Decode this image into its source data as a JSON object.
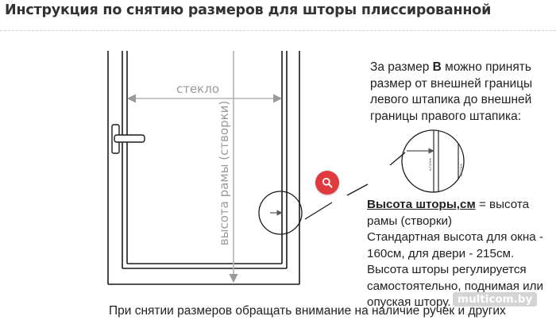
{
  "page": {
    "title": "Инструкция по снятию размеров для шторы плиссированной"
  },
  "drawing": {
    "glass_label": "стекло",
    "frame_height_label": "высота рамы (створки)",
    "detail_mark": "штапик"
  },
  "width_note": {
    "text_before": "За размер ",
    "letter": "В",
    "text_after": " можно принять размер от внешней границы левого штапика до внешней границы правого штапика:"
  },
  "height_note": {
    "label": "Высота шторы,см",
    "label_rest": "  = высота рамы (створки)",
    "standard": "Стандартная высота для окна - 160см, для двери - 215см.",
    "adjustable": "Высота шторы регулируется самостоятельно, поднимая или опуская штору."
  },
  "bottom_note": "При снятии размеров обращать внимание на наличие ручек и других",
  "watermark": "multicom.by",
  "icons": {
    "zoom": "magnifier-icon",
    "handle": "door-handle-icon"
  },
  "colors": {
    "accent": "#e03a3e",
    "title": "#333333",
    "line": "#1a1a1a",
    "dimension": "#b3b3b3"
  }
}
